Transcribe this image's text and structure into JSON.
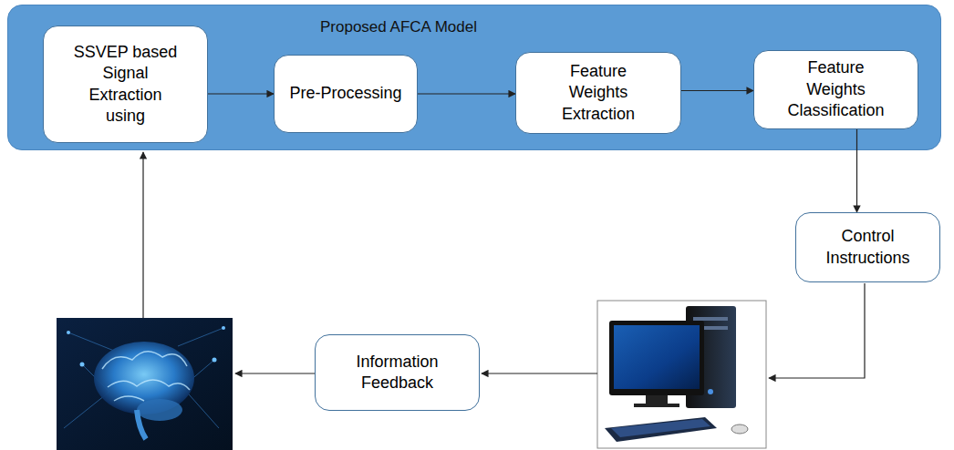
{
  "diagram": {
    "nodes": [
      {
        "text": [
          "Proposed AFCA Model"
        ]
      },
      {
        "text": [
          "SSVEP based Signal Extraction using"
        ],
        "in": 0
      },
      {
        "text": [
          "Pre-Processing"
        ],
        "in": 0
      },
      {
        "text": [
          "Feature Weights Extraction"
        ],
        "in": 0
      },
      {
        "text": [
          "Feature Weights Classification"
        ],
        "in": 0
      },
      {
        "text": [
          "Control Instructions"
        ]
      },
      {
        "text": [
          "Information Feedback"
        ]
      }
    ],
    "edges": [
      {
        "from": 1,
        "to": 2,
        "arrow": "to"
      },
      {
        "from": 2,
        "to": 3,
        "arrow": "to"
      },
      {
        "from": 3,
        "to": 4,
        "arrow": "to"
      },
      {
        "from": 4,
        "to": 5,
        "arrow": "to"
      }
    ]
  }
}
